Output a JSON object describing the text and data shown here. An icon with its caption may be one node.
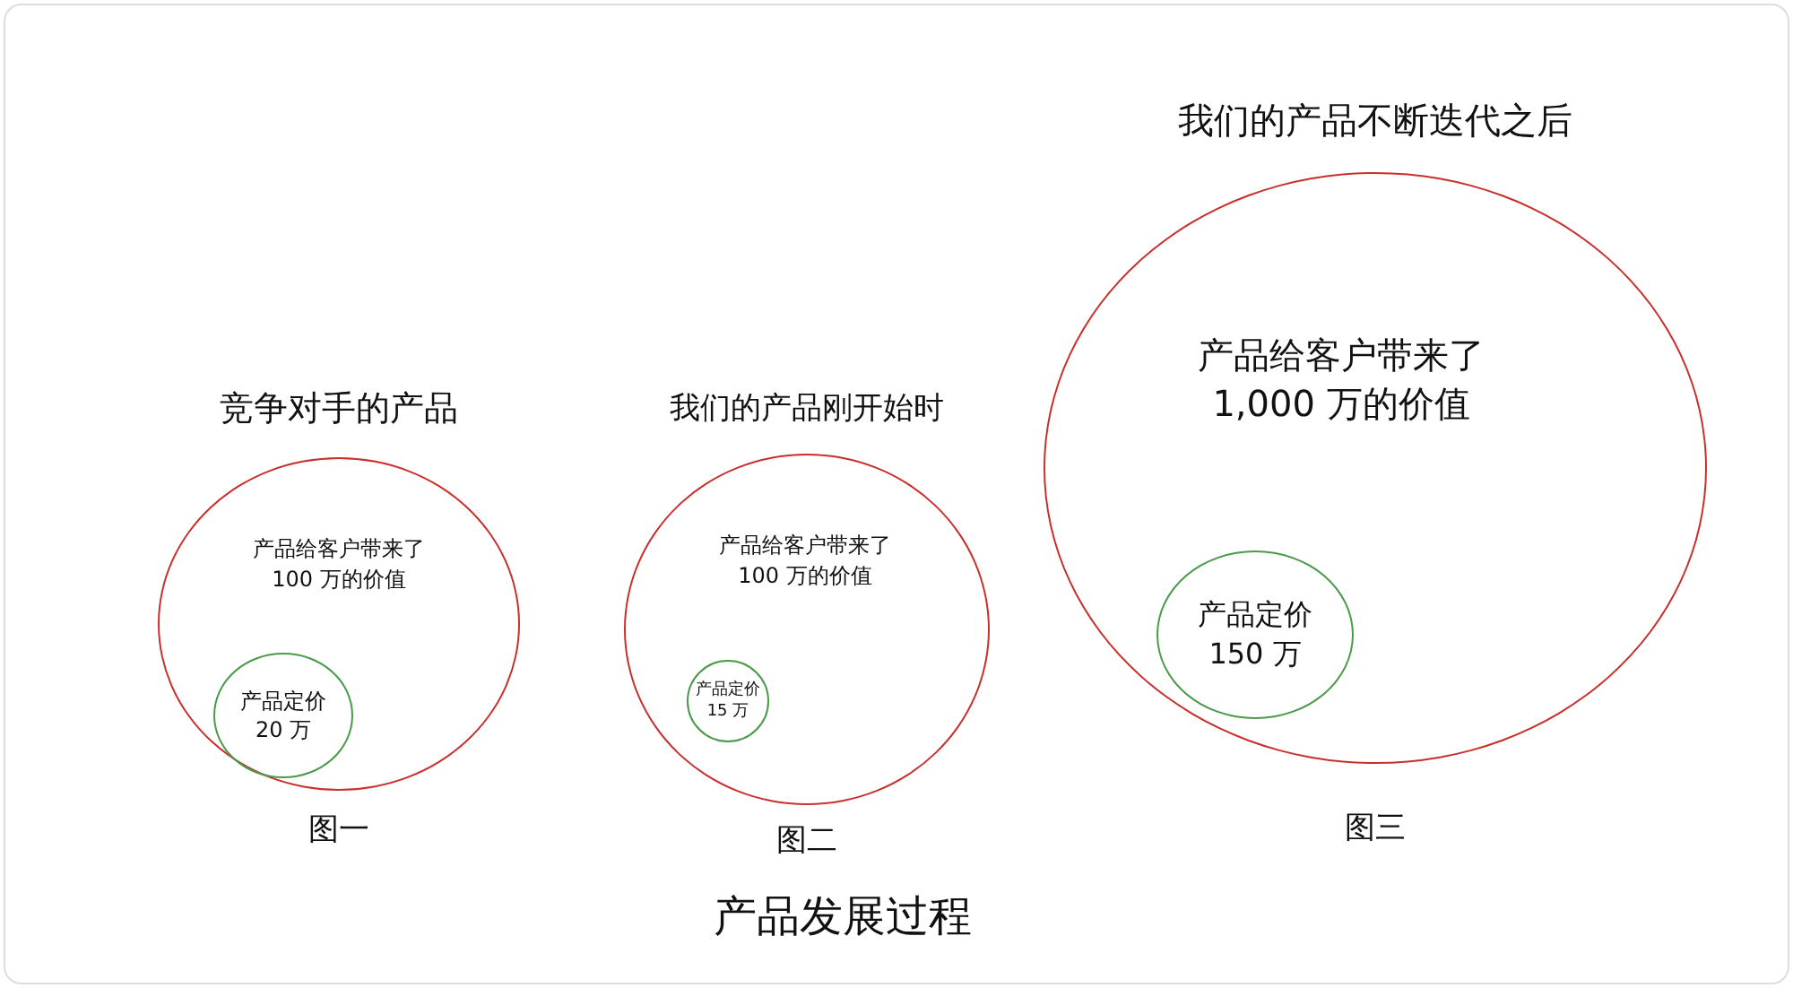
{
  "diagram": {
    "caption": "产品发展过程",
    "nodes": [
      {
        "text": [
          "竞争对手的产品",
          "产品给客户带来了100 万的价值"
        ],
        "beside": [
          "图一"
        ]
      },
      {
        "text": [
          "产品定价20 万"
        ],
        "in": 0
      },
      {
        "text": [
          "我们的产品刚开始时",
          "产品给客户带来了100 万的价值"
        ],
        "beside": [
          "图二"
        ]
      },
      {
        "text": [
          "产品定价15 万"
        ],
        "in": 2
      },
      {
        "text": [
          "我们的产品不断迭代之后",
          "产品给客户带来了1,000 万的价值"
        ],
        "beside": [
          "图三"
        ]
      },
      {
        "text": [
          "产品定价150 万"
        ],
        "in": 4
      }
    ],
    "edges": []
  }
}
